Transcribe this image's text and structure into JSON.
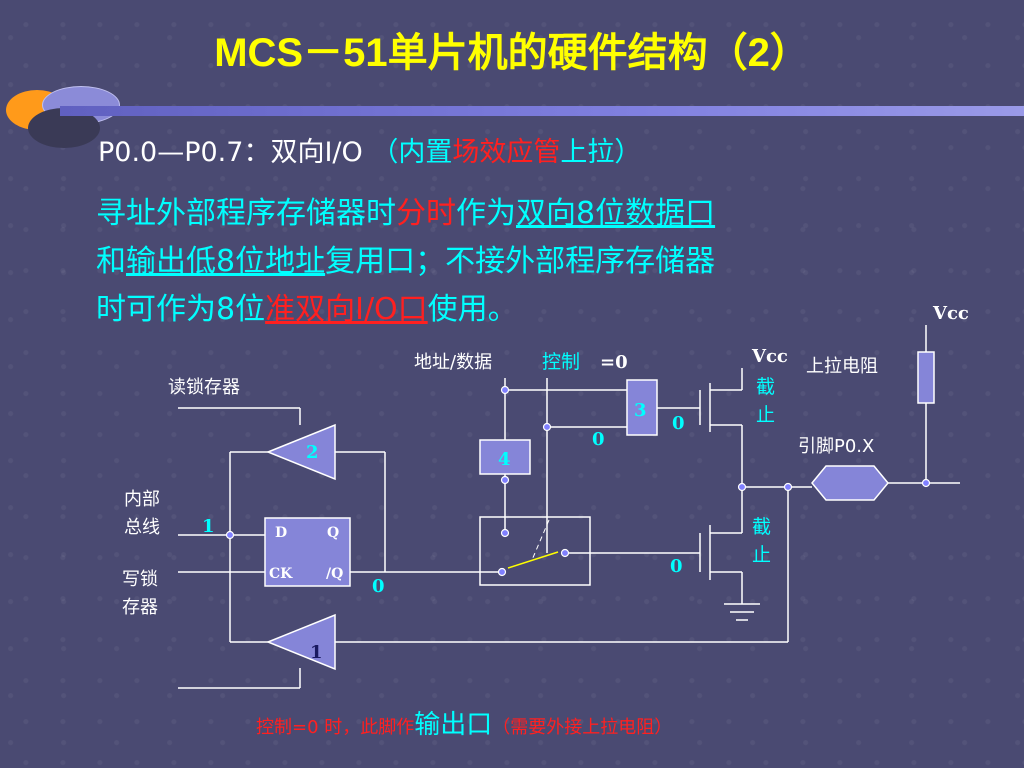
{
  "title": "MCS－51单片机的硬件结构（2）",
  "line1": {
    "a": "P0.0—P0.7：双向I/O",
    "b": "（内置",
    "c": "场效应管",
    "d": "上拉）"
  },
  "para": {
    "l1a": "寻址外部程序存储器时",
    "l1b": "分时",
    "l1c": "作为",
    "l1d": "双向8位数据口",
    "l2a": "和",
    "l2b": "输出低8位地址",
    "l2c": "复用口；不接外部程序存储器",
    "l3a": "时可作为8位",
    "l3b": "准双向I/O口",
    "l3c": "使用。"
  },
  "circuit": {
    "vcc_right": "Vcc",
    "vcc_top": "Vcc",
    "addr_data": "地址/数据",
    "control": "控制",
    "eq0": "=0",
    "pullup_resistor": "上拉电阻",
    "read_latch": "读锁存器",
    "cutoff_1a": "截",
    "cutoff_1b": "止",
    "cutoff_2a": "截",
    "cutoff_2b": "止",
    "pin": "引脚P0.X",
    "internal_bus_a": "内部",
    "internal_bus_b": "总线",
    "write_latch_a": "写锁",
    "write_latch_b": "存器",
    "buf2": "2",
    "buf1": "1",
    "gate3": "3",
    "gate4": "4",
    "d": "D",
    "q": "Q",
    "ck": "CK",
    "qbar": "/Q",
    "v1": "1",
    "v0_q": "0",
    "v0_gate": "0",
    "v0_gate3": "0",
    "v0_lower": "0"
  },
  "footer": {
    "a": "控制=0 时，此脚作",
    "b": "输出口",
    "c": "（需要外接上拉电阻）"
  },
  "colors": {
    "background": "#4a4a72",
    "title": "#ffff00",
    "accent_cyan": "#00ffff",
    "accent_red": "#ff2020",
    "block_fill": "#8585d8"
  }
}
